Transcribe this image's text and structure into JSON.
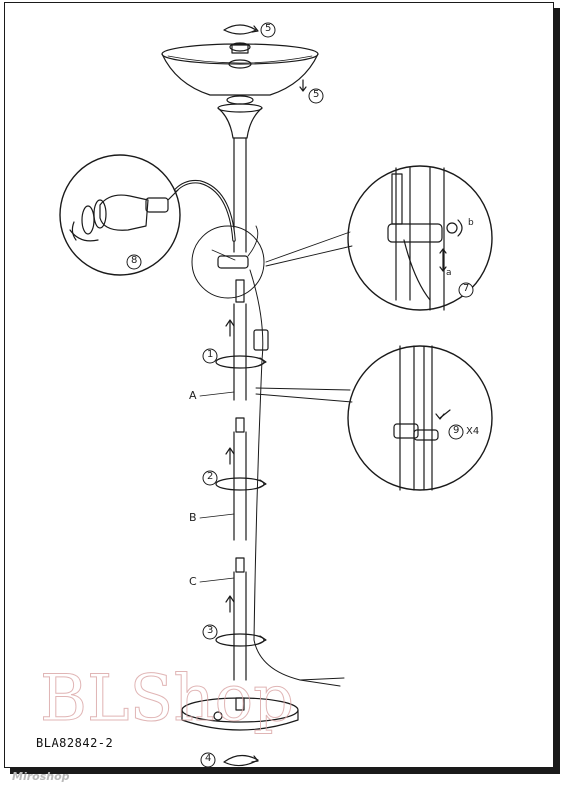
{
  "parts": {
    "a": "A",
    "b": "B",
    "c": "C"
  },
  "steps": {
    "s1": "1",
    "s2": "2",
    "s3": "3",
    "s4": "4",
    "s5a": "5",
    "s5b": "5",
    "s7": "7",
    "s8": "8",
    "s9": "9"
  },
  "details": {
    "a_lbl": "a",
    "b_lbl": "b",
    "repeat": "X4"
  },
  "model": "BLA82842-2",
  "watermarks": {
    "main": "BLShop",
    "corner": "Miroshop"
  },
  "colors": {
    "line": "#1a1a1a",
    "watermark": "#d9a3a3"
  }
}
